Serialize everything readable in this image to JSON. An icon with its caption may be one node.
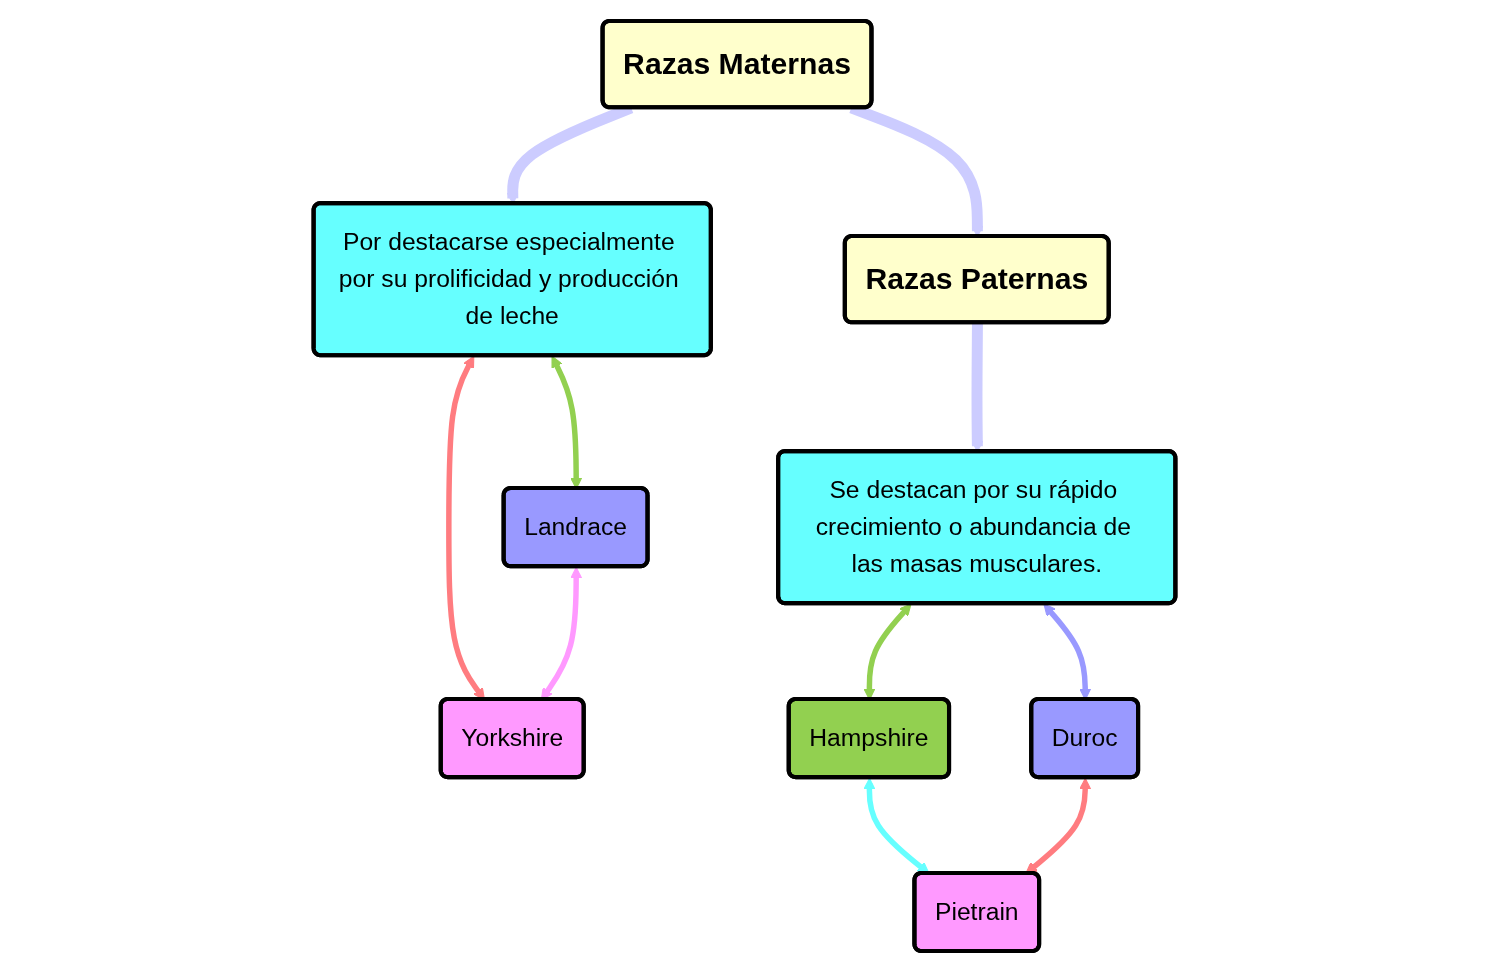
{
  "diagram": {
    "nodes": [
      {
        "text": [
          "Razas Maternas"
        ]
      },
      {
        "text": [
          "Razas Paternas"
        ]
      },
      {
        "text": [
          "Por destacarse especialmente por su prolificidad y producción de leche"
        ]
      },
      {
        "text": [
          "Se destacan por su rápido crecimiento o abundancia de las masas musculares."
        ]
      },
      {
        "text": [
          "Landrace"
        ]
      },
      {
        "text": [
          "Yorkshire"
        ]
      },
      {
        "text": [
          "Hampshire"
        ]
      },
      {
        "text": [
          "Duroc"
        ]
      },
      {
        "text": [
          "Pietrain"
        ]
      }
    ],
    "edges": [
      {
        "from": 0,
        "to": 1,
        "arrow": "to",
        "style": "thick",
        "color": "#ccccff"
      },
      {
        "from": 0,
        "to": 2,
        "arrow": "to",
        "style": "thick",
        "color": "#ccccff"
      },
      {
        "from": 1,
        "to": 3,
        "arrow": "to",
        "style": "thick",
        "color": "#ccccff"
      },
      {
        "from": 2,
        "to": 4,
        "arrow": "both",
        "color": "#92d050"
      },
      {
        "from": 2,
        "to": 5,
        "arrow": "both",
        "color": "#ff7c80"
      },
      {
        "from": 4,
        "to": 5,
        "arrow": "both",
        "color": "#ff99ff"
      },
      {
        "from": 3,
        "to": 6,
        "arrow": "both",
        "color": "#92d050"
      },
      {
        "from": 3,
        "to": 7,
        "arrow": "both",
        "color": "#9999ff"
      },
      {
        "from": 6,
        "to": 8,
        "arrow": "both",
        "color": "#66ffff"
      },
      {
        "from": 7,
        "to": 8,
        "arrow": "both",
        "color": "#ff7c80"
      }
    ]
  }
}
